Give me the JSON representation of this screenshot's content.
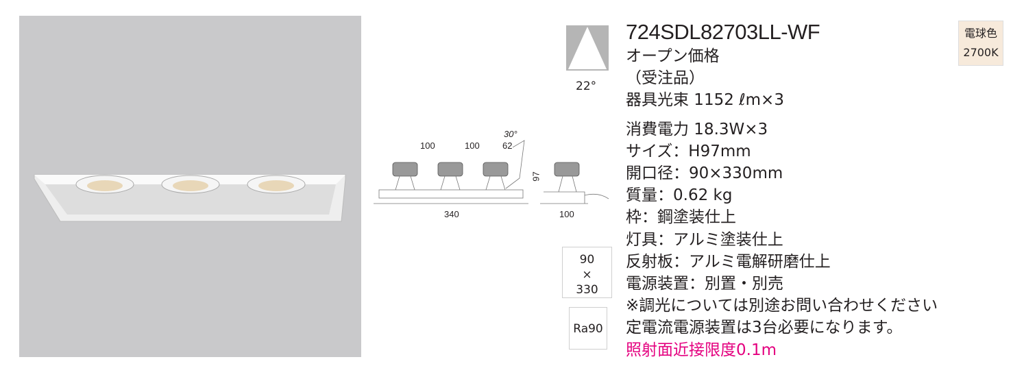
{
  "product": {
    "model": "724SDL82703LL-WF",
    "price": "オープン価格",
    "order": "（受注品）",
    "lines": [
      "器具光束 1152 ℓm×3",
      "消費電力 18.3W×3",
      "サイズ：H97mm",
      "開口径：90×330mm",
      "質量：0.62 kg",
      "枠：鋼塗装仕上",
      "灯具：アルミ塗装仕上",
      "反射板：アルミ電解研磨仕上",
      "電源装置：別置・別売",
      "※調光については別途お問い合わせください",
      "定電流電源装置は3台必要になります。"
    ],
    "warning": "照射面近接限度0.1m",
    "warning_color": "#e4007f"
  },
  "badge": {
    "color_name": "電球色",
    "kelvin": "2700K"
  },
  "beam": {
    "angle": "22°"
  },
  "cutout": {
    "w": "90",
    "x": "×",
    "h": "330"
  },
  "ra": "Ra90",
  "drawing": {
    "d1": "100",
    "d2": "100",
    "d3": "62",
    "angle": "30°",
    "height": "97",
    "width": "340",
    "side": "100"
  }
}
